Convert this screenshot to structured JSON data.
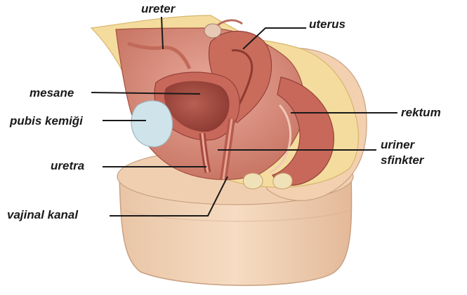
{
  "labels": {
    "ureter": "ureter",
    "uterus": "uterus",
    "mesane": "mesane",
    "pubis": "pubis kemiği",
    "rektum": "rektum",
    "uriner_1": "uriner",
    "uriner_2": "sfinkter",
    "uretra": "uretra",
    "vajinal": "vajinal kanal"
  },
  "colors": {
    "skin": "#f2d2b4",
    "skin_shadow": "#d9b08e",
    "fat": "#f4dc9e",
    "muscle": "#c8685a",
    "muscle_dark": "#a8473e",
    "cavity": "#e7a596",
    "bone": "#f0e2b8",
    "bladder_light": "#cfe3ea",
    "text": "#1a1a1a"
  }
}
